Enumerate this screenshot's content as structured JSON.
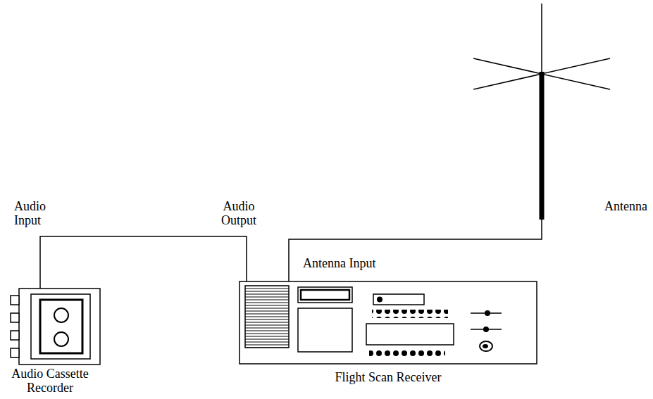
{
  "diagram": {
    "nodes": [
      {
        "text": [
          "Audio Cassette Recorder"
        ]
      },
      {
        "text": [
          "Flight Scan Receiver"
        ]
      },
      {
        "text": [
          "Antenna"
        ]
      }
    ],
    "edges": [
      {
        "from": 0,
        "to": 1,
        "arrow": "none"
      },
      {
        "from": 1,
        "to": 2,
        "arrow": "none"
      }
    ],
    "labels": [
      "Audio Input",
      "Audio Output",
      "Antenna Input"
    ]
  }
}
